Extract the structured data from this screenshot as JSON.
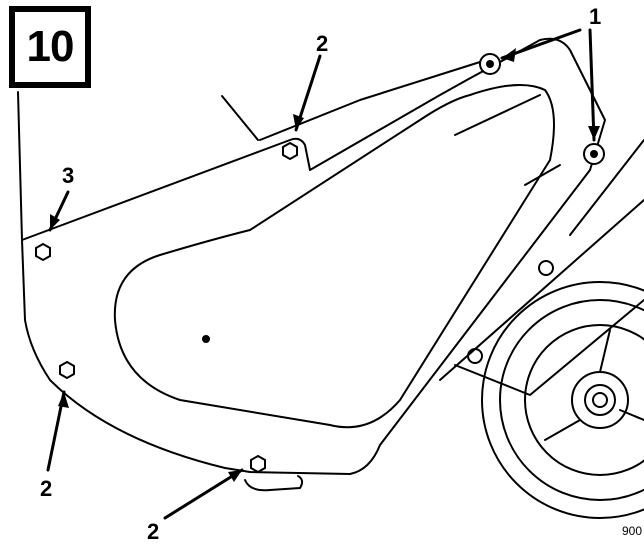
{
  "figure": {
    "number": "10"
  },
  "callouts": {
    "top_right": "1",
    "top_center": "2",
    "left_upper": "3",
    "left_lower": "2",
    "bottom": "2"
  },
  "drawing_code": "900"
}
